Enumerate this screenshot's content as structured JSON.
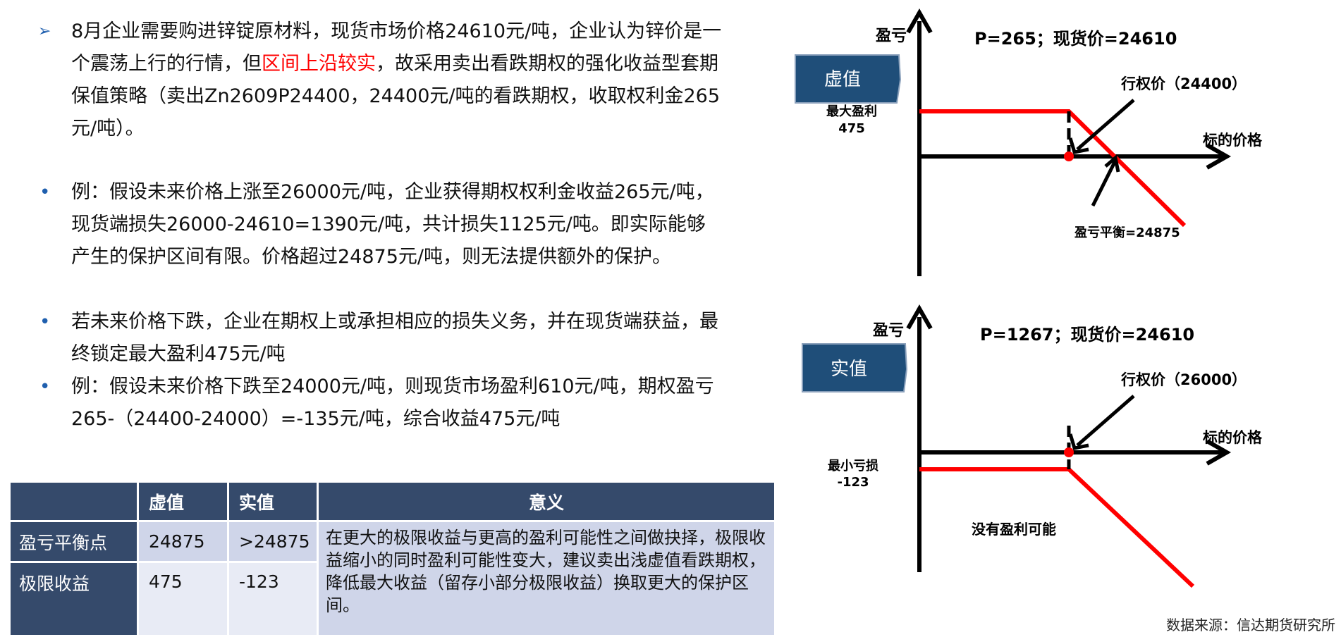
{
  "bullets": [
    {
      "marker": "➢",
      "pre": "8月企业需要购进锌锭原材料，现货市场价格24610元/吨，企业认为锌价是一个震荡上行的行情，但",
      "highlight": "区间上沿较实",
      "post": "，故采用卖出看跌期权的强化收益型套期保值策略（卖出Zn2609P24400，24400元/吨的看跌期权，收取权利金265元/吨）。"
    },
    {
      "marker": "•",
      "text": "例：假设未来价格上涨至26000元/吨，企业获得期权权利金收益265元/吨，现货端损失26000-24610=1390元/吨，共计损失1125元/吨。即实际能够产生的保护区间有限。价格超过24875元/吨，则无法提供额外的保护。"
    },
    {
      "marker": "•",
      "text": "若未来价格下跌，企业在期权上或承担相应的损失义务，并在现货端获益，最终锁定最大盈利475元/吨"
    },
    {
      "marker": "•",
      "text": "例：假设未来价格下跌至24000元/吨，则现货市场盈利610元/吨，期权盈亏265-（24400-24000）=-135元/吨，综合收益475元/吨"
    }
  ],
  "table": {
    "headers": [
      "",
      "虚值",
      "实值",
      "意义"
    ],
    "rows": [
      {
        "label": "盈亏平衡点",
        "otm": "24875",
        "itm": ">24875"
      },
      {
        "label": "极限收益",
        "otm": "475",
        "itm": "-123"
      }
    ],
    "meaning": "在更大的极限收益与更高的盈利可能性之间做抉择，极限收益缩小的同时盈利可能性变大，建议卖出浅虚值看跌期权，降低最大收益（留存小部分极限收益）换取更大的保护区间。"
  },
  "diagram_top": {
    "tag": "虚值",
    "y_label": "盈亏",
    "x_label": "标的价格",
    "title": "P=265；现货价=24610",
    "strike_label": "行权价（24400）",
    "max_label": "最大盈利",
    "max_value": "475",
    "breakeven_label": "盈亏平衡=24875"
  },
  "diagram_bottom": {
    "tag": "实值",
    "y_label": "盈亏",
    "x_label": "标的价格",
    "title": "P=1267；现货价=24610",
    "strike_label": "行权价（26000）",
    "min_label": "最小亏损",
    "min_value": "-123",
    "note": "没有盈利可能"
  },
  "source": "数据来源：信达期货研究所",
  "colors": {
    "header_bg": "#354a6b",
    "cell_bg": "#cfd5e9",
    "payoff_line": "#ff0000",
    "tag_bg": "#1f4e79"
  }
}
